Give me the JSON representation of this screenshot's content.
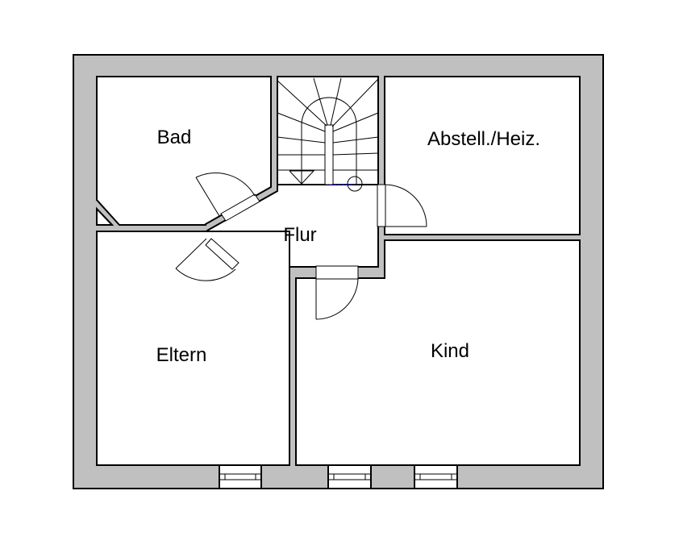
{
  "plan": {
    "rooms": {
      "bad": "Bad",
      "abstell": "Abstell./Heiz.",
      "flur": "Flur",
      "eltern": "Eltern",
      "kind": "Kind"
    },
    "colors": {
      "wall": "#c0c0c0",
      "line": "#000000",
      "marker": "#0000ff"
    }
  }
}
